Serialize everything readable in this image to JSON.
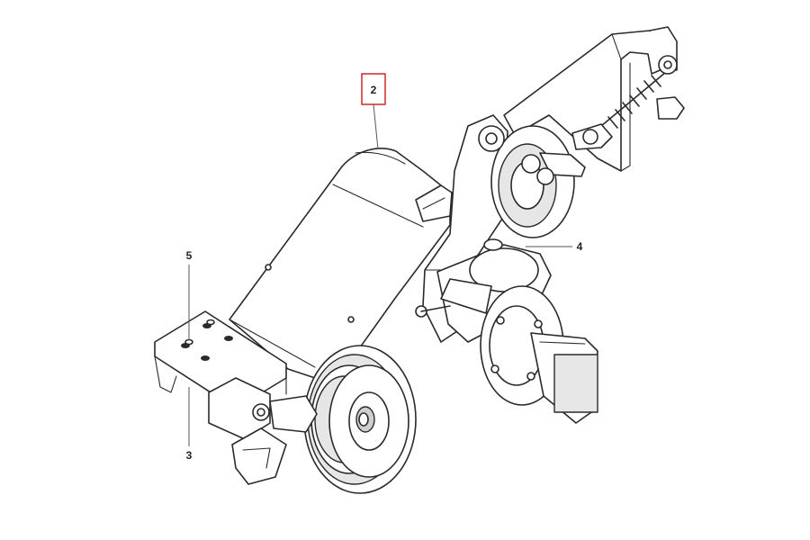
{
  "callouts": [
    {
      "id": "2",
      "label": "2",
      "highlighted": true
    },
    {
      "id": "3",
      "label": "3",
      "highlighted": false
    },
    {
      "id": "4",
      "label": "4",
      "highlighted": false
    },
    {
      "id": "5",
      "label": "5",
      "highlighted": false
    }
  ],
  "colors": {
    "highlight": "#cc2b2b",
    "line": "#2a2a2a",
    "background": "#ffffff"
  }
}
